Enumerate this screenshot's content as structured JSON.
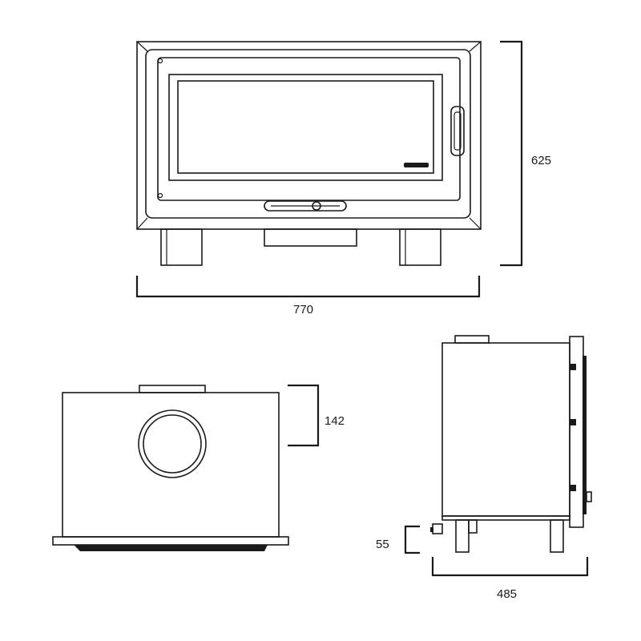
{
  "dimensions": {
    "front_height": "625",
    "front_width": "770",
    "top_depth": "142",
    "side_leg": "55",
    "side_depth": "485"
  },
  "colors": {
    "line": "#1a1a1a",
    "background": "#ffffff"
  }
}
